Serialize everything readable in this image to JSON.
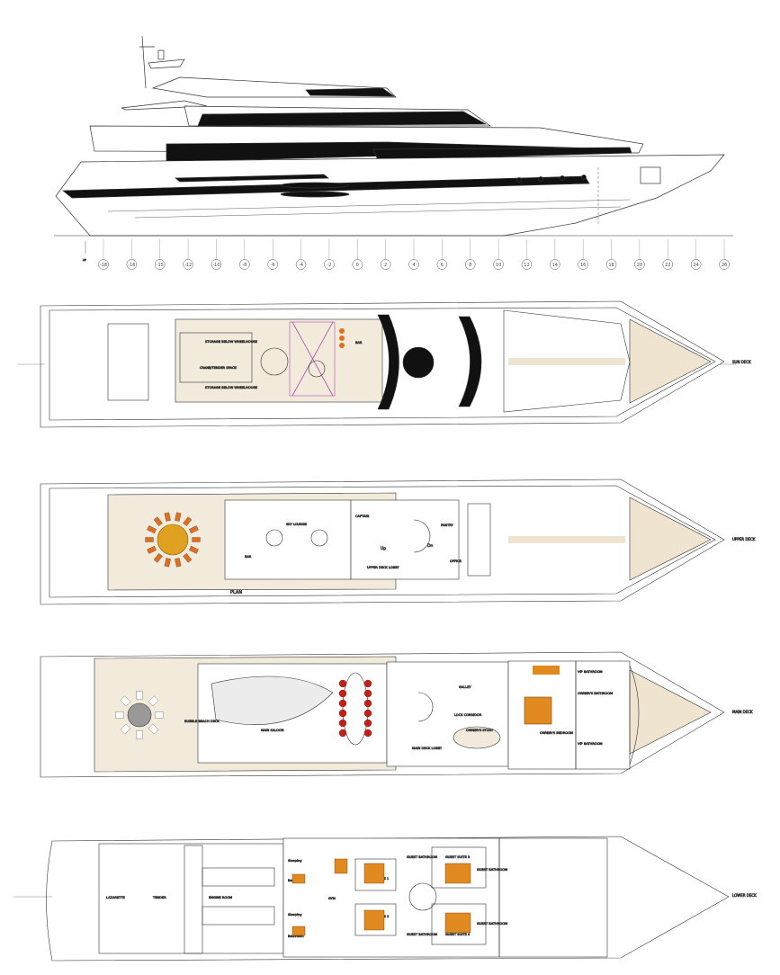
{
  "drawing": {
    "frame_numbers": [
      "-18",
      "-16",
      "-15",
      "-12",
      "-10",
      "-8",
      "-6",
      "-4",
      "-2",
      "0",
      "2",
      "4",
      "6",
      "8",
      "10",
      "12",
      "14",
      "16",
      "18",
      "20",
      "22",
      "24",
      "26"
    ],
    "profile": {
      "marker": "AP"
    },
    "sun_deck": {
      "deck_tag": "SUN DECK",
      "labels": [
        "STORAGE BELOW WHEELHOUSE",
        "STORAGE BELOW WHEELHOUSE",
        "CRANE/TENDER SPACE",
        "BAR"
      ]
    },
    "upper_deck": {
      "deck_tag": "UPPER DECK",
      "plan_label": "PLAN",
      "stair_up": "Up",
      "stair_down": "Dn",
      "labels": [
        "SKY LOUNGE",
        "BAR",
        "UPPER DECK LOBBY",
        "CAPTAIN",
        "PANTRY",
        "OFFICE"
      ]
    },
    "main_deck": {
      "deck_tag": "MAIN DECK",
      "labels": [
        "MAIN SALOON",
        "BUBBLE BEACH DECK",
        "MAIN DECK LOBBY",
        "GALLEY",
        "LOCK CORRIDOR",
        "OWNER'S BATHROOM",
        "OWNER'S BEDROOM",
        "OWNER'S STUDY",
        "VIP BATHROOM",
        "VIP BATHROOM"
      ]
    },
    "lower_deck": {
      "deck_tag": "LOWER DECK",
      "labels": [
        "GUEST SUITE 1",
        "GUEST SUITE 2",
        "GUEST SUITE 3",
        "GUEST SUITE 4",
        "GUEST BATHROOM",
        "GUEST BATHROOM",
        "GUEST BATHROOM",
        "GUEST BATHROOM",
        "GYM",
        "Sleeping",
        "Sleeping",
        "Bathroom",
        "Bathroom",
        "ENGINE ROOM",
        "TENDER",
        "LAZARETTE"
      ]
    }
  }
}
